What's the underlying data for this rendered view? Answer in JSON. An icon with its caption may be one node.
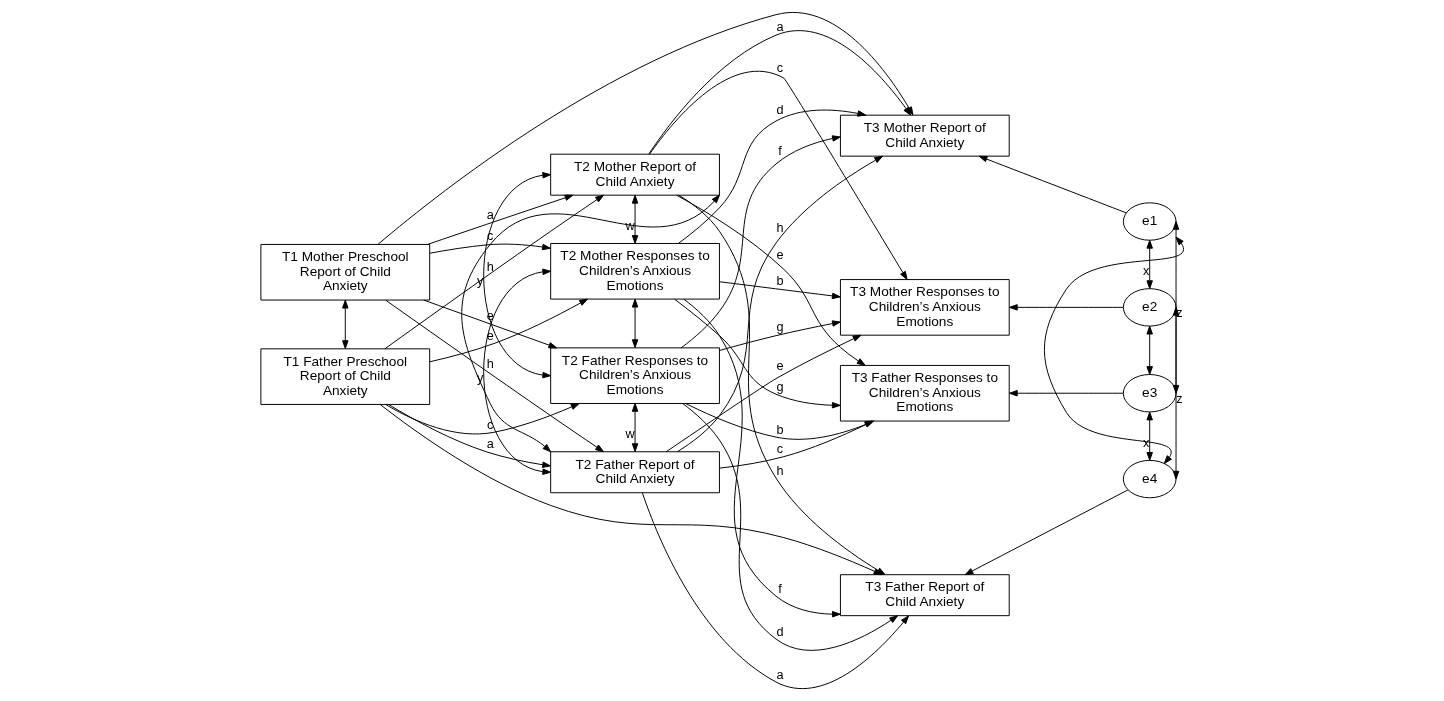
{
  "diagram": {
    "nodes": [
      {
        "text": [
          "T1 Mother Preschool Report of Child Anxiety"
        ]
      },
      {
        "text": [
          "T1 Father Preschool Report of Child Anxiety"
        ]
      },
      {
        "text": [
          "T2 Mother Report of Child Anxiety"
        ]
      },
      {
        "text": [
          "T2 Mother Responses to Children’s Anxious Emotions"
        ]
      },
      {
        "text": [
          "T2 Father Responses to Children’s Anxious Emotions"
        ]
      },
      {
        "text": [
          "T2 Father Report of Child Anxiety"
        ]
      },
      {
        "text": [
          "T3 Mother Report of Child Anxiety"
        ]
      },
      {
        "text": [
          "T3 Mother Responses to Children’s Anxious Emotions"
        ]
      },
      {
        "text": [
          "T3 Father Responses to Children’s Anxious Emotions"
        ]
      },
      {
        "text": [
          "T3 Father Report of Child Anxiety"
        ]
      },
      {
        "text": [
          "e1"
        ]
      },
      {
        "text": [
          "e2"
        ]
      },
      {
        "text": [
          "e3"
        ]
      },
      {
        "text": [
          "e4"
        ]
      }
    ],
    "edges": [
      {
        "from": 0,
        "to": 1,
        "arrow": "both"
      },
      {
        "from": 0,
        "to": 2,
        "arrow": "to",
        "label": "a"
      },
      {
        "from": 0,
        "to": 3,
        "arrow": "to",
        "label": "c"
      },
      {
        "from": 0,
        "to": 4,
        "arrow": "to",
        "label": "e"
      },
      {
        "from": 0,
        "to": 5,
        "arrow": "to",
        "label": "h"
      },
      {
        "from": 0,
        "to": 6,
        "arrow": "to"
      },
      {
        "from": 1,
        "to": 2,
        "arrow": "to",
        "label": "h"
      },
      {
        "from": 1,
        "to": 3,
        "arrow": "to",
        "label": "e"
      },
      {
        "from": 1,
        "to": 4,
        "arrow": "to",
        "label": "c"
      },
      {
        "from": 1,
        "to": 5,
        "arrow": "to",
        "label": "a"
      },
      {
        "from": 1,
        "to": 9,
        "arrow": "to"
      },
      {
        "from": 2,
        "to": 3,
        "arrow": "both",
        "label": "w"
      },
      {
        "from": 2,
        "to": 4,
        "arrow": "both",
        "label": "y"
      },
      {
        "from": 2,
        "to": 5,
        "arrow": "both"
      },
      {
        "from": 3,
        "to": 4,
        "arrow": "both"
      },
      {
        "from": 3,
        "to": 5,
        "arrow": "both",
        "label": "y"
      },
      {
        "from": 4,
        "to": 5,
        "arrow": "both",
        "label": "w"
      },
      {
        "from": 2,
        "to": 6,
        "arrow": "to",
        "label": "a"
      },
      {
        "from": 2,
        "to": 7,
        "arrow": "to",
        "label": "c"
      },
      {
        "from": 2,
        "to": 8,
        "arrow": "to",
        "label": "e"
      },
      {
        "from": 2,
        "to": 9,
        "arrow": "to",
        "label": "h"
      },
      {
        "from": 3,
        "to": 6,
        "arrow": "to",
        "label": "d"
      },
      {
        "from": 3,
        "to": 7,
        "arrow": "to",
        "label": "b"
      },
      {
        "from": 3,
        "to": 8,
        "arrow": "to",
        "label": "g"
      },
      {
        "from": 3,
        "to": 9,
        "arrow": "to",
        "label": "f"
      },
      {
        "from": 4,
        "to": 6,
        "arrow": "to",
        "label": "f"
      },
      {
        "from": 4,
        "to": 7,
        "arrow": "to",
        "label": "g"
      },
      {
        "from": 4,
        "to": 8,
        "arrow": "to",
        "label": "b"
      },
      {
        "from": 4,
        "to": 9,
        "arrow": "to",
        "label": "d"
      },
      {
        "from": 5,
        "to": 6,
        "arrow": "to",
        "label": "h"
      },
      {
        "from": 5,
        "to": 7,
        "arrow": "to",
        "label": "e"
      },
      {
        "from": 5,
        "to": 8,
        "arrow": "to",
        "label": "c"
      },
      {
        "from": 5,
        "to": 9,
        "arrow": "to",
        "label": "a"
      },
      {
        "from": 10,
        "to": 6,
        "arrow": "to"
      },
      {
        "from": 11,
        "to": 7,
        "arrow": "to"
      },
      {
        "from": 12,
        "to": 8,
        "arrow": "to"
      },
      {
        "from": 13,
        "to": 9,
        "arrow": "to"
      },
      {
        "from": 10,
        "to": 11,
        "arrow": "both",
        "label": "x"
      },
      {
        "from": 10,
        "to": 12,
        "arrow": "both",
        "label": "z"
      },
      {
        "from": 10,
        "to": 13,
        "arrow": "both"
      },
      {
        "from": 11,
        "to": 12,
        "arrow": "both"
      },
      {
        "from": 11,
        "to": 13,
        "arrow": "both",
        "label": "z"
      },
      {
        "from": 12,
        "to": 13,
        "arrow": "both",
        "label": "x"
      }
    ]
  }
}
